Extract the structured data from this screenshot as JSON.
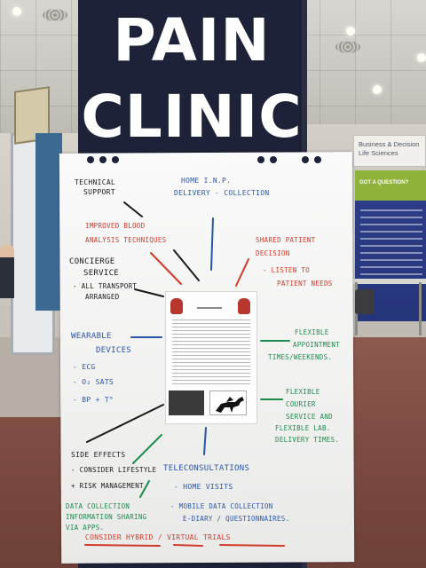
{
  "sign": {
    "line1": "PAIN",
    "line2": "CLINIC"
  },
  "booth": {
    "header": "Business & Decision Life Sciences",
    "banner_label": "GOT A QUESTION?"
  },
  "flipchart": {
    "technical_support": [
      "TECHNICAL",
      "SUPPORT"
    ],
    "home_inp": [
      "HOME  I.N.P.",
      "DELIVERY - COLLECTION"
    ],
    "improved_blood": [
      "IMPROVED BLOOD",
      "ANALYSIS TECHNIQUES"
    ],
    "shared_patient": [
      "SHARED PATIENT",
      "DECISION",
      "- LISTEN TO",
      "PATIENT NEEDS"
    ],
    "concierge": [
      "CONCIERGE",
      "SERVICE",
      "- ALL TRANSPORT",
      "ARRANGED"
    ],
    "wearable": [
      "WEARABLE",
      "DEVICES",
      "- ECG",
      "- O₂ SATS",
      "- BP + T°"
    ],
    "flexible_appt": [
      "FLEXIBLE",
      "APPOINTMENT",
      "TIMES/WEEKENDS."
    ],
    "flexible_courier": [
      "FLEXIBLE",
      "COURIER",
      "SERVICE AND",
      "FLEXIBLE LAB.",
      "DELIVERY TIMES."
    ],
    "side_effects": [
      "SIDE EFFECTS",
      "- CONSIDER LIFESTYLE",
      "+ RISK MANAGEMENT"
    ],
    "teleconsultations": "TELECONSULTATIONS",
    "home_visits": "- HOME VISITS",
    "mobile_data": [
      "- MOBILE DATA COLLECTION",
      "E-DIARY / QUESTIONNAIRES."
    ],
    "data_collection": [
      "DATA COLLECTION",
      "INFORMATION SHARING",
      "VIA APPS."
    ],
    "consider_hybrid": "CONSIDER HYBRID / VIRTUAL TRIALS"
  }
}
